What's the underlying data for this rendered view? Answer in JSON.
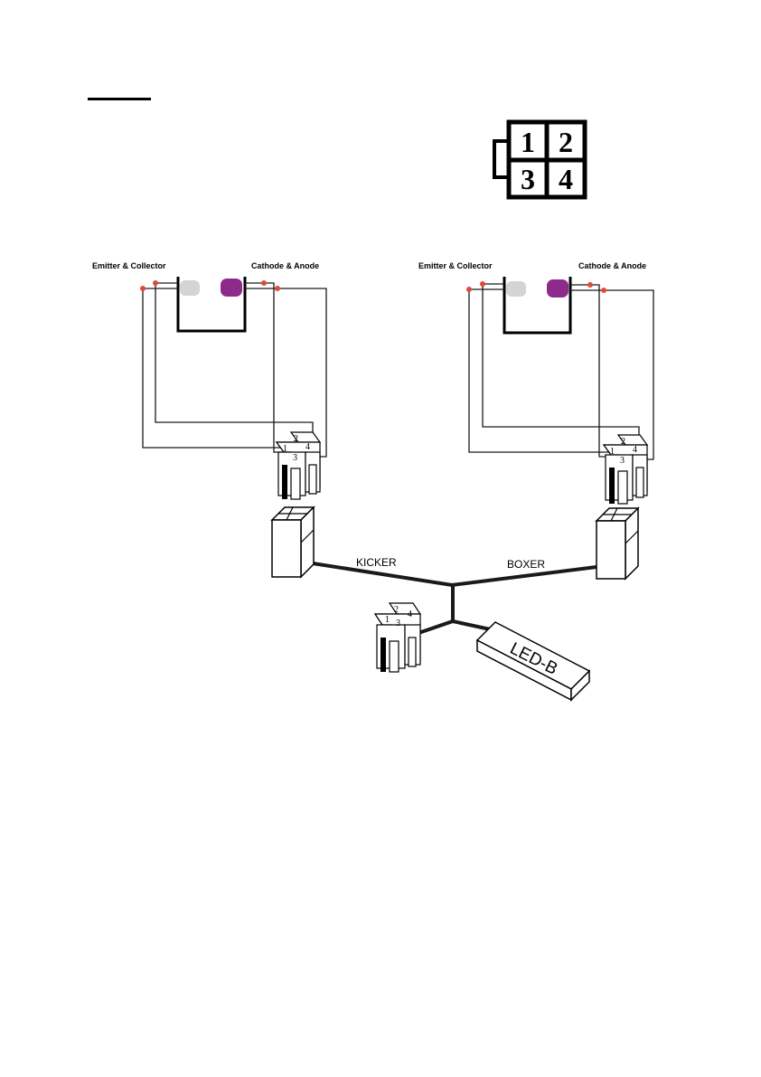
{
  "legend": {
    "pins": [
      "1",
      "2",
      "3",
      "4"
    ]
  },
  "left_sensor": {
    "emitter_label": "Emitter & Collector",
    "cathode_label": "Cathode & Anode",
    "pins": [
      "1",
      "2",
      "3",
      "4"
    ]
  },
  "right_sensor": {
    "emitter_label": "Emitter & Collector",
    "cathode_label": "Cathode & Anode",
    "pins": [
      "1",
      "2",
      "3",
      "4"
    ]
  },
  "branches": {
    "left_label": "KICKER",
    "right_label": "BOXER"
  },
  "hub_connector": {
    "pins": [
      "1",
      "2",
      "3",
      "4"
    ]
  },
  "module": {
    "label": "LED-B"
  },
  "colors": {
    "wire": "#1a1a1a",
    "solder_dot": "#e04a3a",
    "ir_led": "#d4d4d4",
    "purple_led": "#8e2a8c"
  }
}
